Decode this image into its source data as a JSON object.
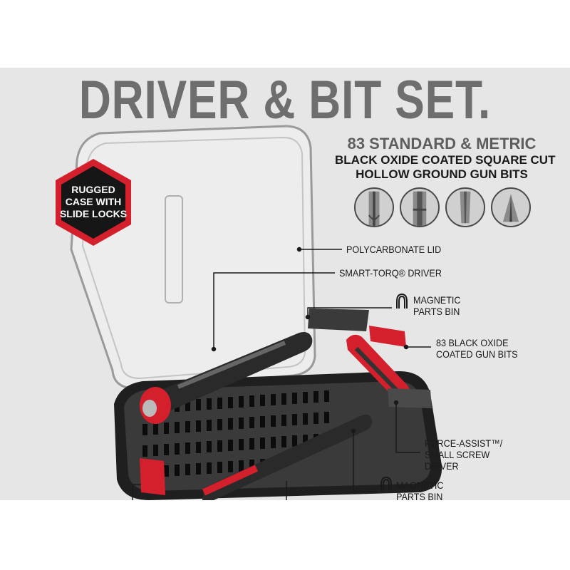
{
  "title": "DRIVER & BIT SET.",
  "bits_heading": {
    "line1": "83 STANDARD & METRIC",
    "line2": "BLACK OXIDE COATED SQUARE CUT",
    "line3": "HOLLOW GROUND GUN BITS"
  },
  "bit_icons": [
    "phillips-bit-icon",
    "hex-bit-icon",
    "slotted-bit-icon",
    "torx-bit-icon"
  ],
  "badge": {
    "text": "RUGGED\nCASE WITH\nSLIDE LOCKS",
    "color": "#d4202c"
  },
  "callouts": {
    "lid": "POLYCARBONATE LID",
    "driver": "SMART-TORQ® DRIVER",
    "magnetic_top": "MAGNETIC\nPARTS BIN",
    "bits": "83 BLACK OXIDE\nCOATED GUN BITS",
    "force_assist": "FORCE-ASSIST™/\nSMALL SCREW\nDRIVER",
    "magnetic_bottom": "MAGNETIC\nPARTS BIN"
  },
  "colors": {
    "accent": "#d4202c",
    "panel": "#e6e6e6",
    "title": "#6e6e6e"
  }
}
